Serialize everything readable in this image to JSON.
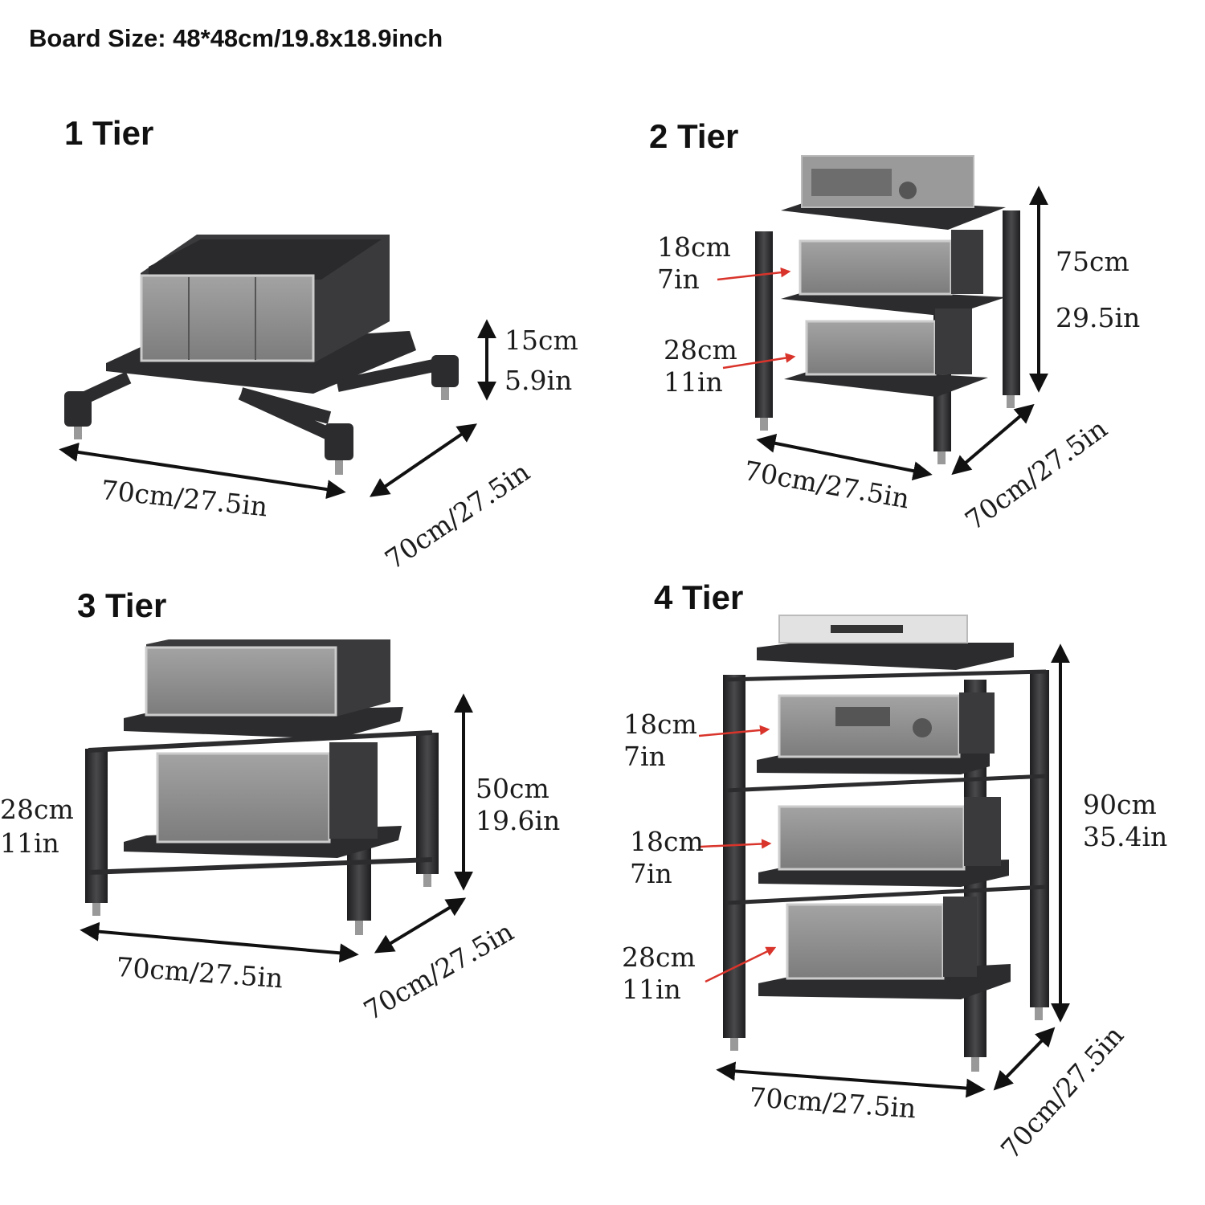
{
  "header": {
    "board_size": "Board Size: 48*48cm/19.8x18.9inch"
  },
  "tiers": [
    {
      "title": "1 Tier",
      "height_cm": "15cm",
      "height_in": "5.9in",
      "width": "70cm/27.5in",
      "depth": "70cm/27.5in"
    },
    {
      "title": "2 Tier",
      "gap1_cm": "18cm",
      "gap1_in": "7in",
      "gap2_cm": "28cm",
      "gap2_in": "11in",
      "height_cm": "75cm",
      "height_in": "29.5in",
      "width": "70cm/27.5in",
      "depth": "70cm/27.5in"
    },
    {
      "title": "3 Tier",
      "gap1_cm": "28cm",
      "gap1_in": "11in",
      "height_cm": "50cm",
      "height_in": "19.6in",
      "width": "70cm/27.5in",
      "depth": "70cm/27.5in"
    },
    {
      "title": "4 Tier",
      "gap1_cm": "18cm",
      "gap1_in": "7in",
      "gap2_cm": "18cm",
      "gap2_in": "7in",
      "gap3_cm": "28cm",
      "gap3_in": "11in",
      "height_cm": "90cm",
      "height_in": "35.4in",
      "width": "70cm/27.5in",
      "depth": "70cm/27.5in"
    }
  ],
  "colors": {
    "rack": "#2c2c2e",
    "device_face": "#8e8e8e",
    "device_body": "#3a3a3c",
    "dimension_arrow": "#111111",
    "pointer_arrow": "#d9342b",
    "text": "#1c1c1c"
  }
}
